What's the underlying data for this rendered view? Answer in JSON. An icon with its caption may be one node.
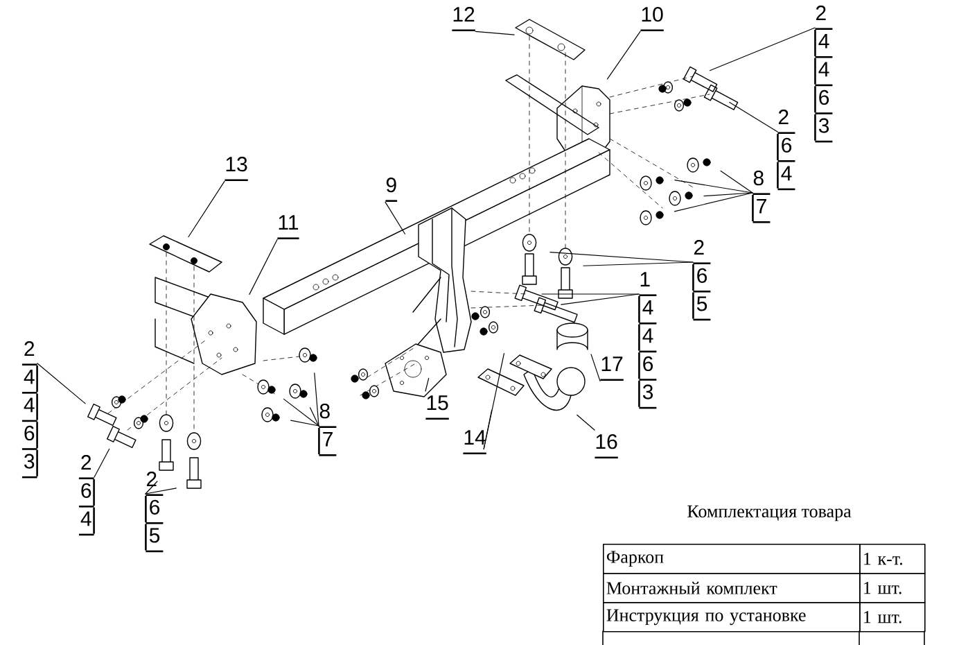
{
  "diagram": {
    "nodes": [
      {
        "text": [
          "12"
        ]
      },
      {
        "text": [
          "10"
        ]
      },
      {
        "text": [
          "2",
          "4",
          "4",
          "6",
          "3"
        ]
      },
      {
        "text": [
          "2",
          "6",
          "4"
        ]
      },
      {
        "text": [
          "13"
        ]
      },
      {
        "text": [
          "9"
        ]
      },
      {
        "text": [
          "8",
          "7"
        ]
      },
      {
        "text": [
          "11"
        ]
      },
      {
        "text": [
          "2",
          "6",
          "5"
        ]
      },
      {
        "text": [
          "1",
          "4",
          "4",
          "6",
          "3"
        ]
      },
      {
        "text": [
          "17"
        ]
      },
      {
        "text": [
          "2",
          "4",
          "4",
          "6",
          "3"
        ]
      },
      {
        "text": [
          "15"
        ]
      },
      {
        "text": [
          "8",
          "7"
        ]
      },
      {
        "text": [
          "14"
        ]
      },
      {
        "text": [
          "16"
        ]
      },
      {
        "text": [
          "2",
          "6",
          "4"
        ]
      },
      {
        "text": [
          "2",
          "6",
          "5"
        ]
      }
    ],
    "edges": [
      {
        "from": 0,
        "to": null,
        "arrow": "none"
      },
      {
        "from": 1,
        "to": null,
        "arrow": "none"
      },
      {
        "from": 2,
        "to": null,
        "arrow": "none"
      },
      {
        "from": 3,
        "to": null,
        "arrow": "none"
      },
      {
        "from": 4,
        "to": null,
        "arrow": "none"
      },
      {
        "from": 5,
        "to": null,
        "arrow": "none"
      },
      {
        "from": 6,
        "to": null,
        "arrow": "none"
      },
      {
        "from": 6,
        "to": null,
        "arrow": "none"
      },
      {
        "from": 6,
        "to": null,
        "arrow": "none"
      },
      {
        "from": 6,
        "to": null,
        "arrow": "none"
      },
      {
        "from": 7,
        "to": null,
        "arrow": "none"
      },
      {
        "from": 8,
        "to": null,
        "arrow": "none"
      },
      {
        "from": 8,
        "to": null,
        "arrow": "none"
      },
      {
        "from": 9,
        "to": null,
        "arrow": "none"
      },
      {
        "from": 9,
        "to": null,
        "arrow": "none"
      },
      {
        "from": 10,
        "to": null,
        "arrow": "none"
      },
      {
        "from": 11,
        "to": null,
        "arrow": "none"
      },
      {
        "from": 12,
        "to": null,
        "arrow": "none"
      },
      {
        "from": 13,
        "to": null,
        "arrow": "none"
      },
      {
        "from": 13,
        "to": null,
        "arrow": "none"
      },
      {
        "from": 13,
        "to": null,
        "arrow": "none"
      },
      {
        "from": 13,
        "to": null,
        "arrow": "none"
      },
      {
        "from": 14,
        "to": null,
        "arrow": "none"
      },
      {
        "from": 14,
        "to": null,
        "arrow": "none"
      },
      {
        "from": 15,
        "to": null,
        "arrow": "none"
      },
      {
        "from": 16,
        "to": null,
        "arrow": "none"
      },
      {
        "from": 17,
        "to": null,
        "arrow": "none"
      },
      {
        "from": 17,
        "to": null,
        "arrow": "none"
      }
    ],
    "labels": [
      "Комплектация товара",
      "Фаркоп",
      "1 к-т.",
      "Монтажный комплект",
      "1 шт.",
      "Инструкция по установке",
      "1 шт."
    ]
  }
}
